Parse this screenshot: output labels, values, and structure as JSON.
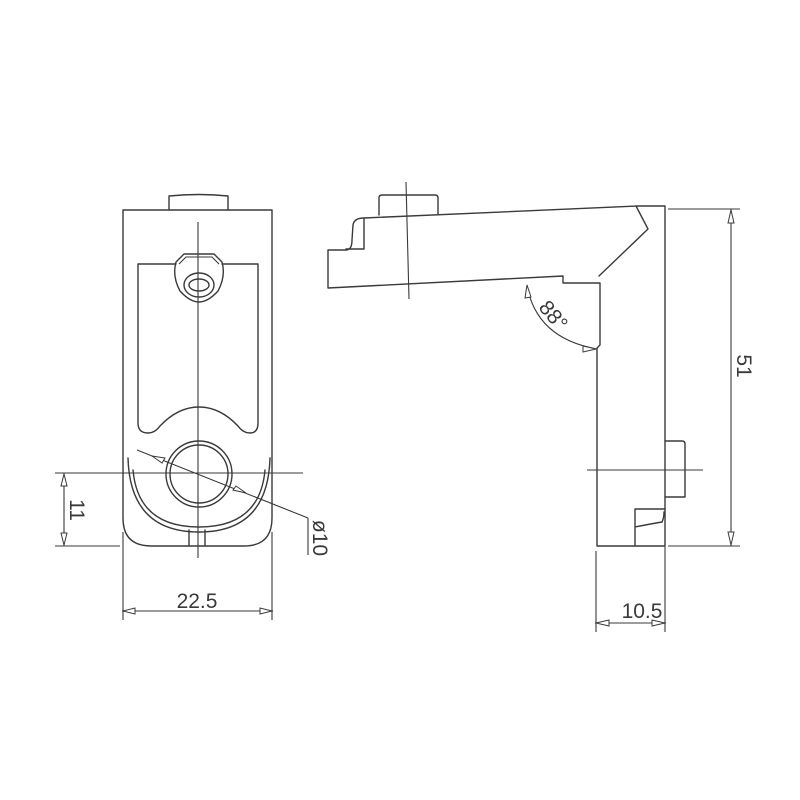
{
  "drawing": {
    "type": "technical-drawing",
    "views": [
      {
        "name": "front-view"
      },
      {
        "name": "side-view"
      }
    ],
    "line_color": "#3a3a3a",
    "background": "#ffffff"
  },
  "dimensions": {
    "front_width": "22.5",
    "front_height_to_hole": "11",
    "hole_diameter": "ø10",
    "side_total_height": "51",
    "side_depth": "10.5",
    "side_angle": "88°"
  }
}
